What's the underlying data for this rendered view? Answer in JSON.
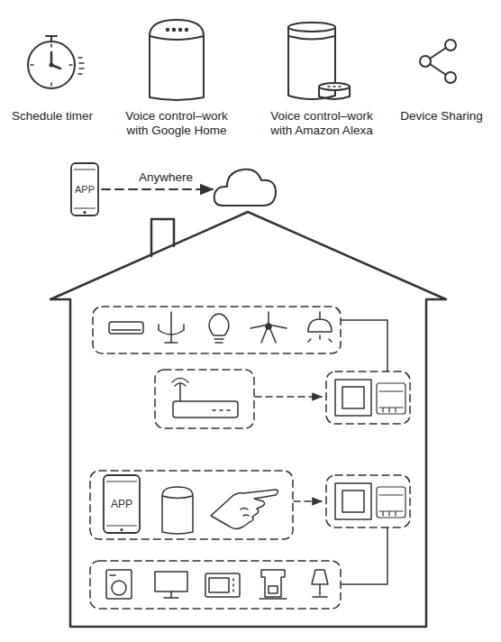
{
  "diagram": {
    "nodes": [
      {
        "text": [
          "APP"
        ]
      },
      {
        "text": [
          "APP"
        ]
      }
    ],
    "labels": [
      "Schedule timer",
      "Voice control–work with Google Home",
      "Voice control–work with Amazon Alexa",
      "Device Sharing",
      "Anywhere"
    ]
  }
}
